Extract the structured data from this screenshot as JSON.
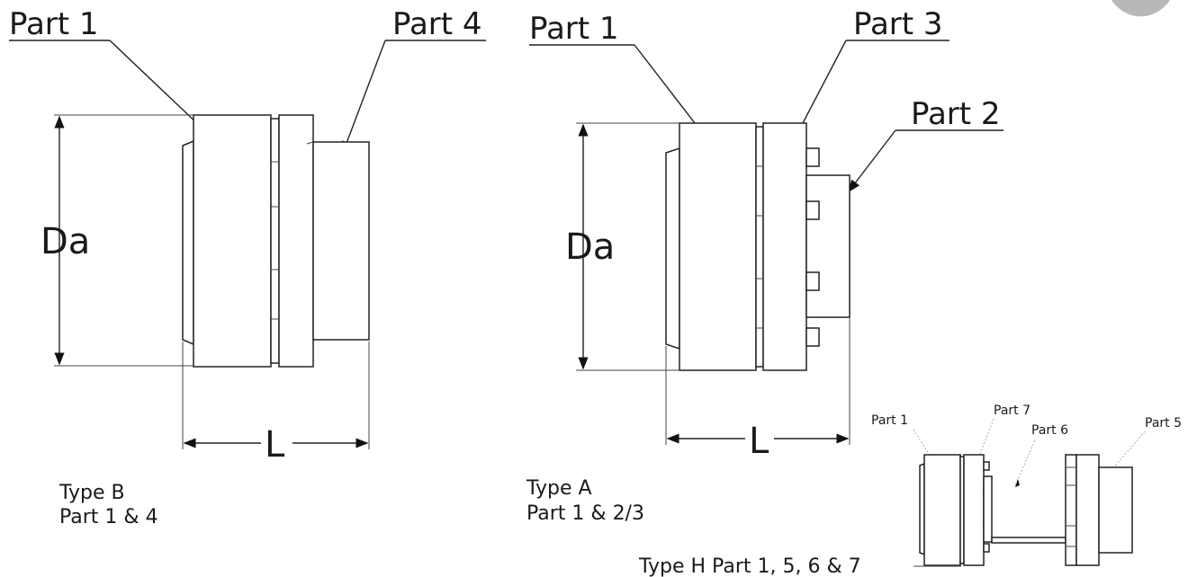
{
  "typeB": {
    "label_part1": "Part 1",
    "label_part4": "Part 4",
    "dim_da": "Da",
    "dim_l": "L",
    "caption_line1": "Type B",
    "caption_line2": "Part 1 & 4"
  },
  "typeA": {
    "label_part1": "Part 1",
    "label_part3": "Part 3",
    "label_part2": "Part 2",
    "dim_da": "Da",
    "dim_l": "L",
    "caption_line1": "Type A",
    "caption_line2": "Part 1 & 2/3"
  },
  "typeH": {
    "label_part1": "Part 1",
    "label_part7": "Part 7",
    "label_part6": "Part 6",
    "label_part5": "Part 5",
    "caption": "Type H Part 1, 5, 6 & 7"
  }
}
